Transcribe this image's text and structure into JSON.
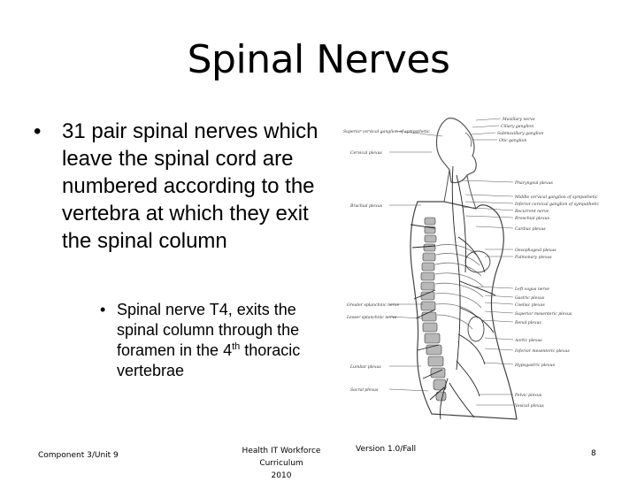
{
  "slide": {
    "title": "Spinal Nerves",
    "bullet_main": "31 pair spinal nerves which leave the spinal cord are numbered according to the vertebra at which they exit the spinal column",
    "bullet_sub_before": "Spinal nerve T4, exits the spinal column through the foramen in the 4",
    "bullet_sub_sup": "th",
    "bullet_sub_after": " thoracic vertebrae",
    "bullet_char": "•"
  },
  "figure": {
    "labels_left": [
      "Superior cervical ganglion of sympathetic",
      "Cervical plexus",
      "Brachial plexus",
      "Greater splanchnic nerve",
      "Lesser splanchnic nerve",
      "Lumbar plexus",
      "Sacral plexus"
    ],
    "labels_right": [
      "Maxillary nerve",
      "Ciliary ganglion",
      "Submaxillary ganglion",
      "Otic ganglion",
      "Pharyngeal plexus",
      "Middle cervical ganglion of sympathetic",
      "Inferior cervical ganglion of sympathetic",
      "Recurrent nerve",
      "Bronchial plexus",
      "Cardiac plexus",
      "Oesophageal plexus",
      "Pulmonary plexus",
      "Left vagus nerve",
      "Gastric plexus",
      "Coeliac plexus",
      "Superior mesenteric plexus",
      "Renal plexus",
      "Aortic plexus",
      "Inferior mesenteric plexus",
      "Hypogastric plexus",
      "Pelvic plexus",
      "Vesical plexus"
    ]
  },
  "footer": {
    "left": "Component 3/Unit 9",
    "center_line1": "Health IT Workforce Curriculum",
    "center_line2": "2010",
    "version": "Version 1.0/Fall",
    "page": "8"
  }
}
